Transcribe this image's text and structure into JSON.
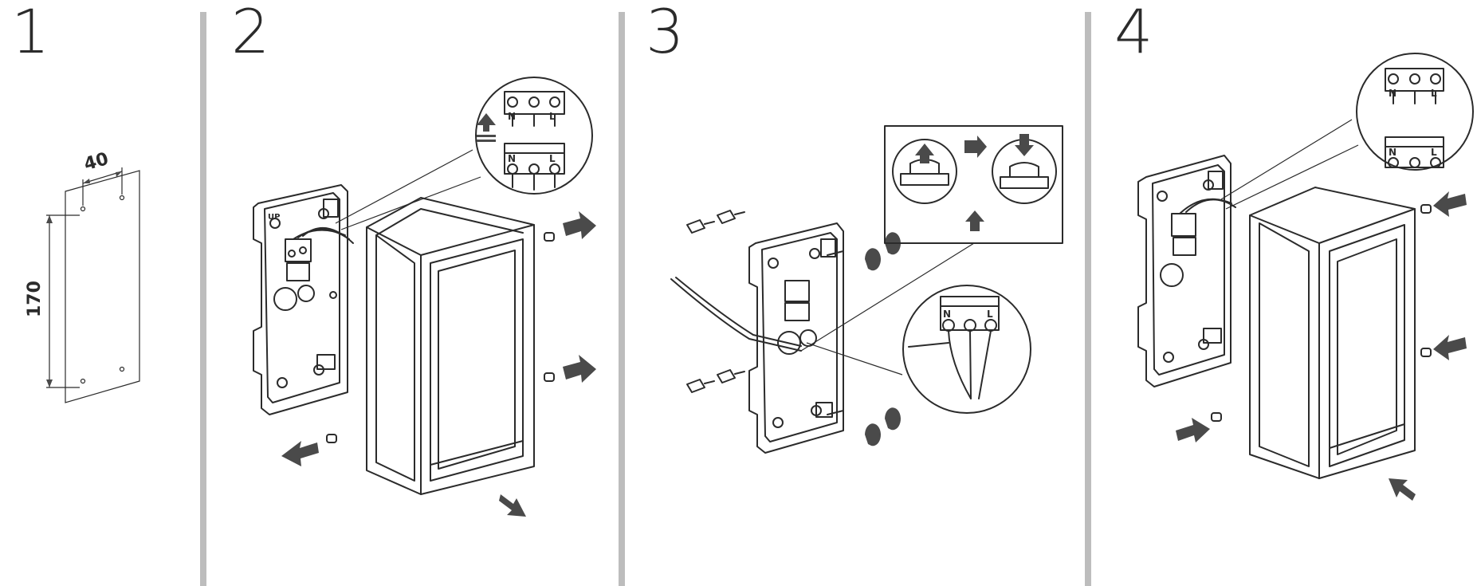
{
  "steps": [
    {
      "number": "1"
    },
    {
      "number": "2"
    },
    {
      "number": "3"
    },
    {
      "number": "4"
    }
  ],
  "dimensions": {
    "width_label": "40",
    "height_label": "170"
  },
  "terminal_labels": {
    "neutral": "N",
    "live": "L",
    "up_mark": "UP"
  },
  "colors": {
    "line": "#2b2b2b",
    "arrow": "#4a4a4a",
    "divider": "#bdbdbd",
    "background": "#ffffff"
  }
}
